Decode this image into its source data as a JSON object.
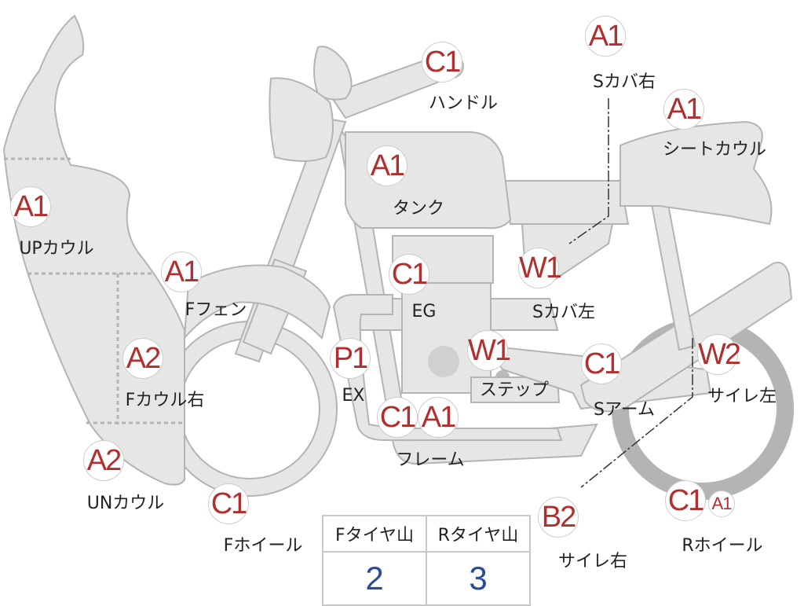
{
  "colors": {
    "grade": "#b03030",
    "value": "#2a4a9a",
    "body": "#e6e6e4",
    "outline": "#b4b4b4"
  },
  "parts": [
    {
      "grade": "C1",
      "label": "ハンドル"
    },
    {
      "grade": "A1",
      "label": "Sカバ右"
    },
    {
      "grade": "A1",
      "label": "シートカウル"
    },
    {
      "grade": "A1",
      "label": "タンク"
    },
    {
      "grade": "A1",
      "label": "UPカウル"
    },
    {
      "grade": "A1",
      "label": "Fフェン"
    },
    {
      "grade": "C1",
      "label": "EG"
    },
    {
      "grade": "W1",
      "label": "Sカバ左"
    },
    {
      "grade": "A2",
      "label": "Fカウル右"
    },
    {
      "grade": "P1",
      "label": "EX"
    },
    {
      "grade": "W1",
      "label": "ステップ"
    },
    {
      "grade": "C1",
      "label": "Sアーム"
    },
    {
      "grade": "W2",
      "label": "サイレ左"
    },
    {
      "grade": "C1",
      "grade2": "A1",
      "label": "フレーム"
    },
    {
      "grade": "A2",
      "label": "UNカウル"
    },
    {
      "grade": "C1",
      "label": "Fホイール"
    },
    {
      "grade": "B2",
      "label": "サイレ右"
    },
    {
      "grade": "C1",
      "grade2": "A1",
      "label": "Rホイール"
    }
  ],
  "tire_table": {
    "headers": [
      "Fタイヤ山",
      "Rタイヤ山"
    ],
    "values": [
      "2",
      "3"
    ]
  }
}
